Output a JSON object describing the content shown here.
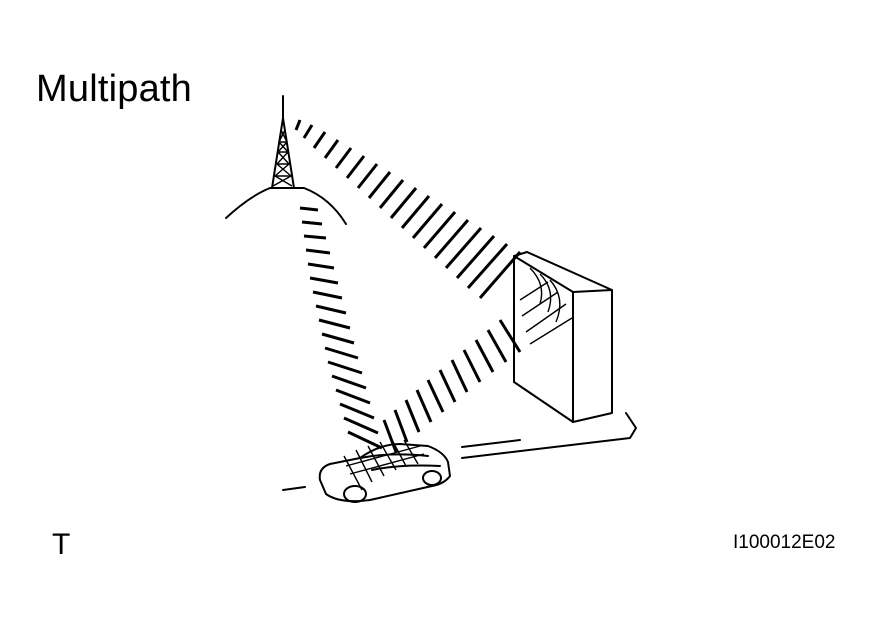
{
  "diagram": {
    "title": "Multipath",
    "corner_letter": "T",
    "figure_code": "I100012E02"
  }
}
